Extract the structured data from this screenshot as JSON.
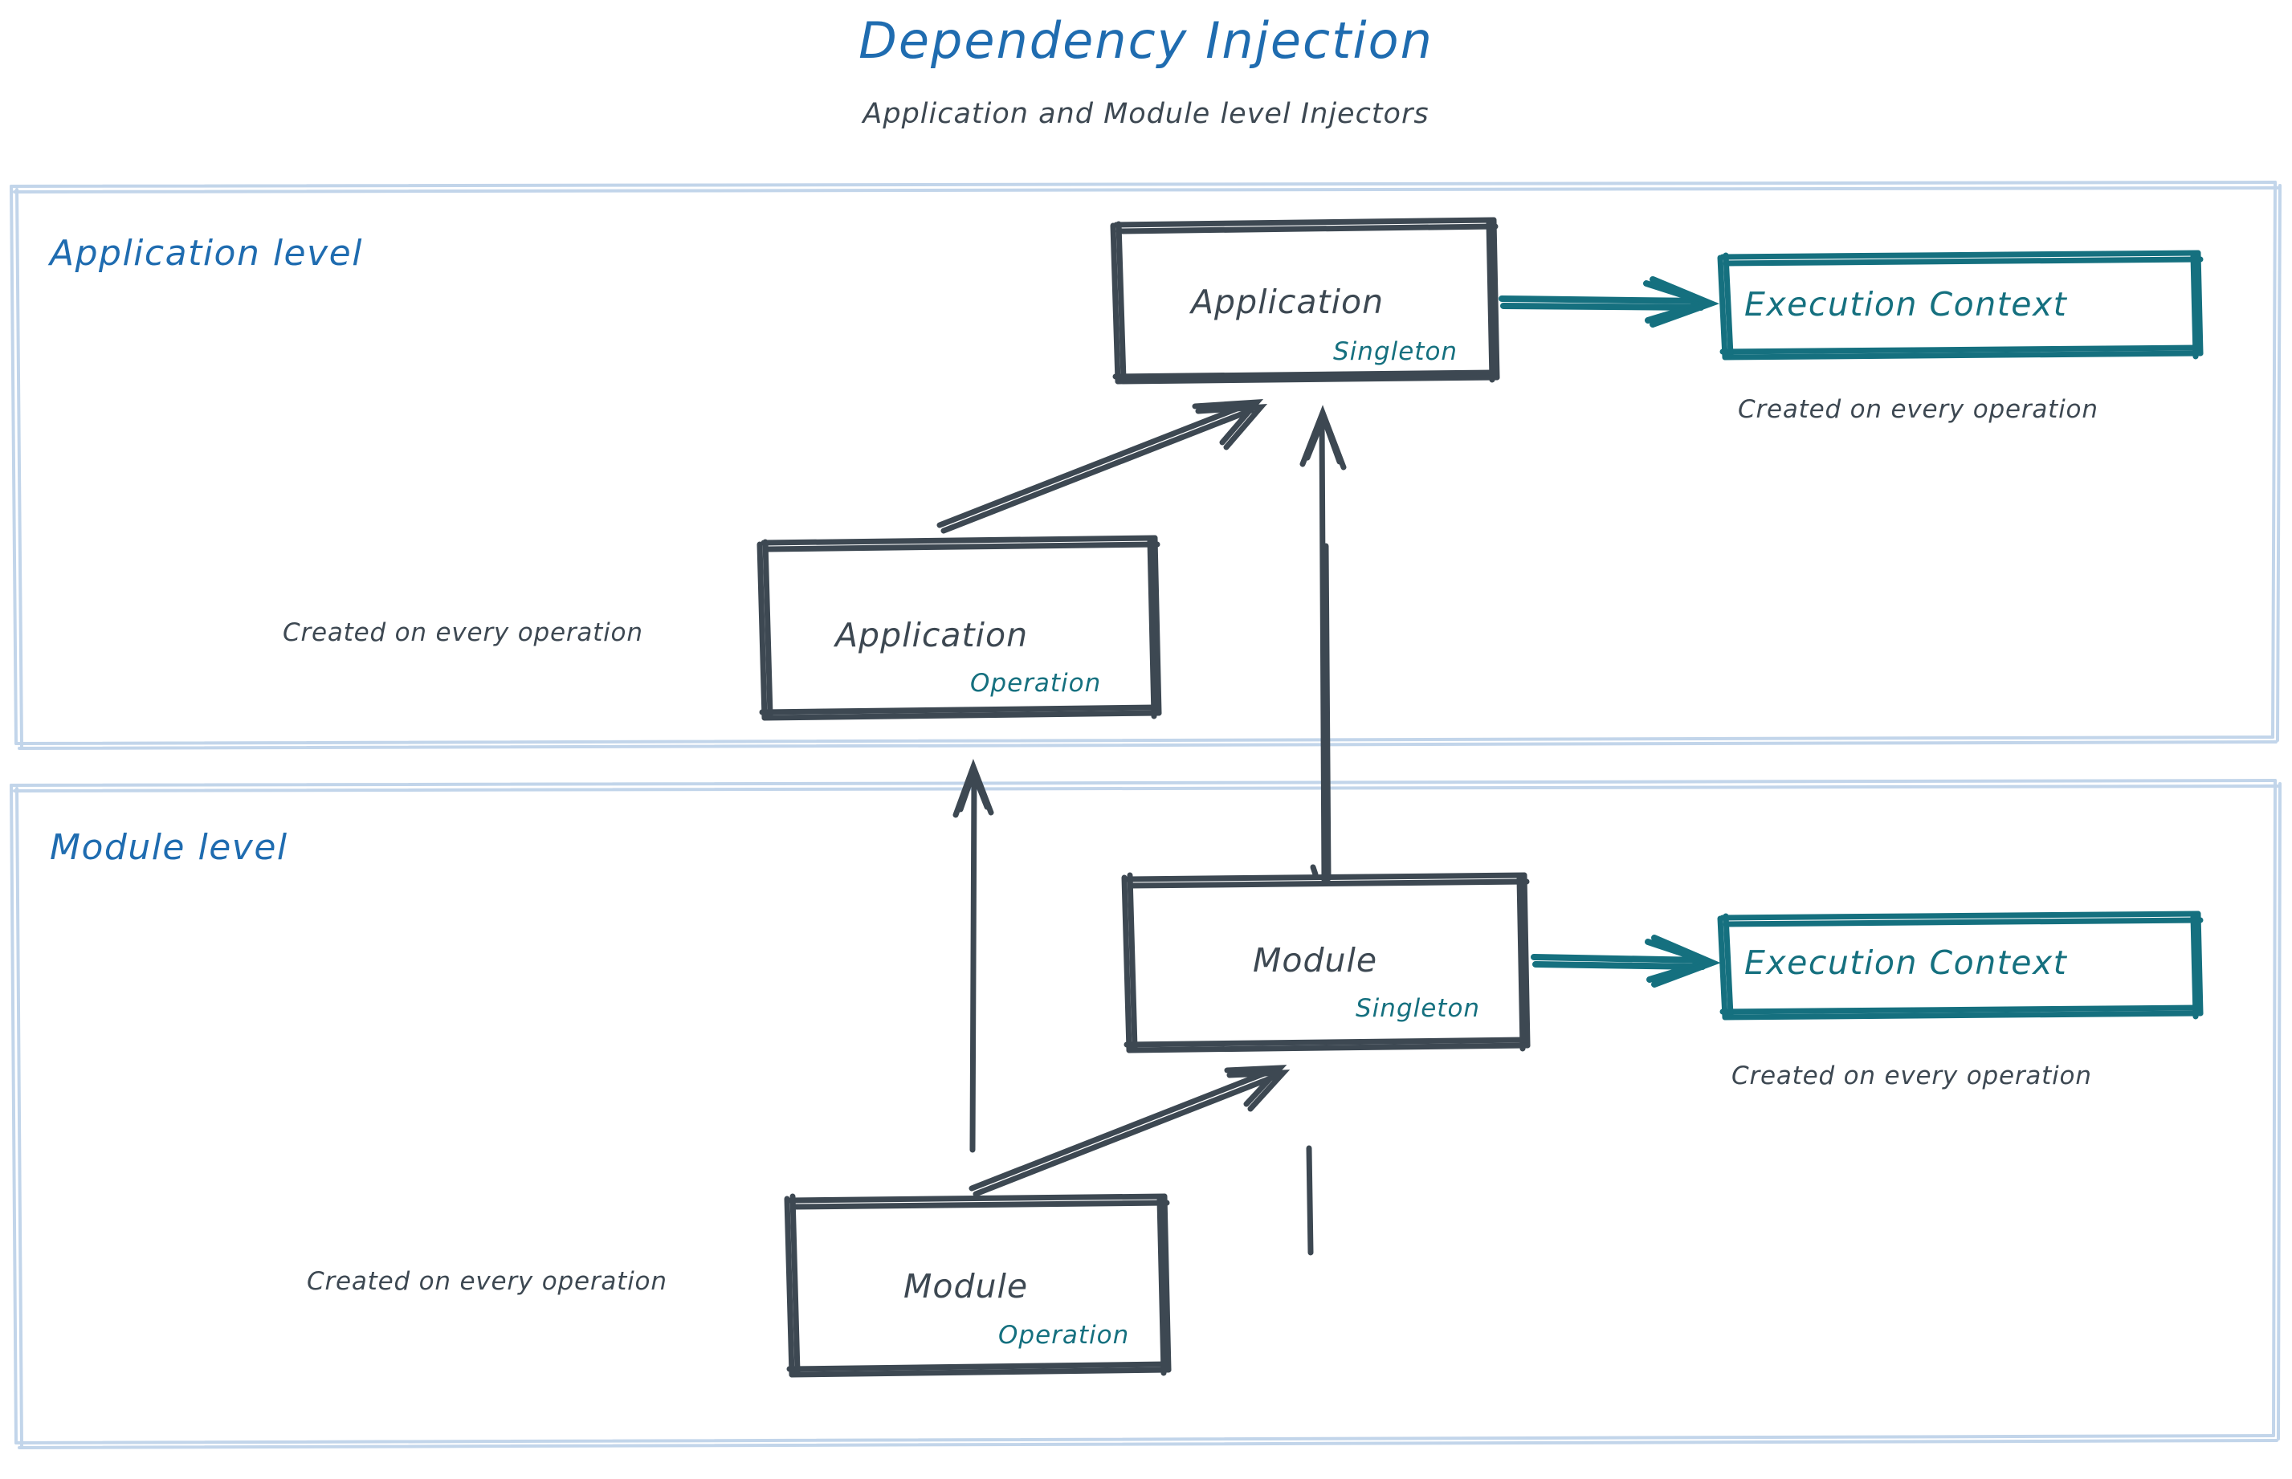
{
  "header": {
    "title": "Dependency Injection",
    "subtitle": "Application and Module level Injectors"
  },
  "colors": {
    "title_blue": "#1f6cb0",
    "frame_border": "#c2d5ea",
    "node_stroke": "#3d4852",
    "teal": "#15707f",
    "text_dark": "#3d4852",
    "background": "#ffffff"
  },
  "frames": [
    {
      "id": "application-level",
      "label": "Application level"
    },
    {
      "id": "module-level",
      "label": "Module level"
    }
  ],
  "nodes": {
    "app_singleton": {
      "title": "Application",
      "scope": "Singleton"
    },
    "app_operation": {
      "title": "Application",
      "scope": "Operation"
    },
    "mod_singleton": {
      "title": "Module",
      "scope": "Singleton"
    },
    "mod_operation": {
      "title": "Module",
      "scope": "Operation"
    },
    "ctx_app": {
      "title": "Execution Context"
    },
    "ctx_mod": {
      "title": "Execution Context"
    }
  },
  "captions": {
    "ctx_app": "Created on every operation",
    "ctx_mod": "Created on every operation",
    "app_operation": "Created on every operation",
    "mod_operation": "Created on every operation"
  },
  "edges": [
    {
      "from": "app_singleton",
      "to": "ctx_app",
      "style": "teal-arrow",
      "direction": "right"
    },
    {
      "from": "app_operation",
      "to": "app_singleton",
      "style": "dark-arrow",
      "direction": "up-right"
    },
    {
      "from": "mod_singleton",
      "to": "app_singleton",
      "style": "dark-arrow",
      "direction": "up"
    },
    {
      "from": "mod_singleton",
      "to": "ctx_mod",
      "style": "teal-arrow",
      "direction": "right"
    },
    {
      "from": "mod_operation",
      "to": "mod_singleton",
      "style": "dark-arrow",
      "direction": "up-right"
    },
    {
      "from": "mod_operation",
      "to": "app_operation",
      "style": "dark-arrow",
      "direction": "up"
    }
  ]
}
